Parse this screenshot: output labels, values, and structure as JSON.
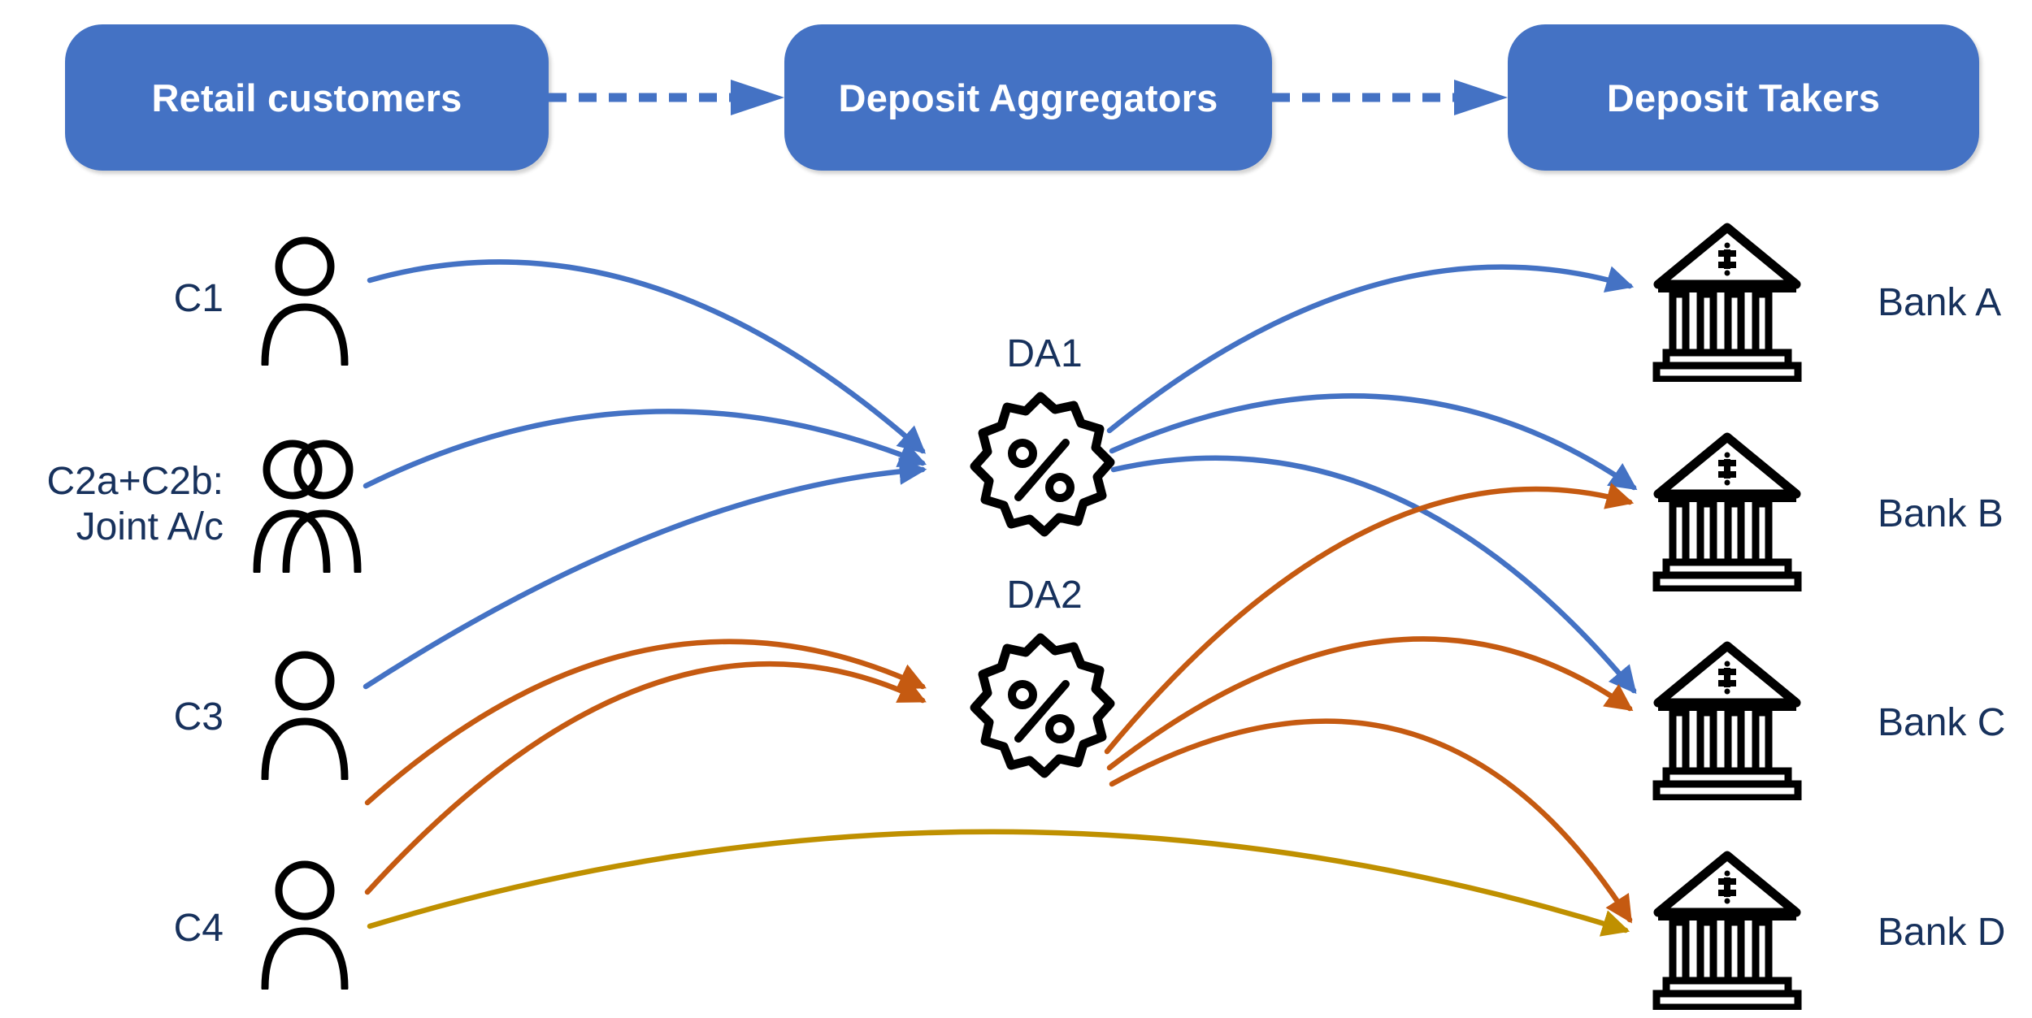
{
  "diagram": {
    "title": "Deposit aggregator intermediation flow",
    "type": "flow-diagram",
    "background": "#FFFFFF"
  },
  "colors": {
    "header_box_fill": "#4472C4",
    "header_box_text": "#FFFFFF",
    "label_text": "#17315C",
    "flow_blue": "#4472C4",
    "flow_orange": "#C55A11",
    "flow_gold": "#BF9000",
    "icon_stroke": "#000000"
  },
  "header": {
    "stages": [
      {
        "label": "Retail customers",
        "icon": "rounded-rectangle"
      },
      {
        "label": "Deposit Aggregators",
        "icon": "rounded-rectangle"
      },
      {
        "label": "Deposit Takers",
        "icon": "rounded-rectangle"
      }
    ],
    "connectors": [
      {
        "style": "dashed-arrow",
        "from": "Retail customers",
        "to": "Deposit Aggregators",
        "color": "#4472C4"
      },
      {
        "style": "dashed-arrow",
        "from": "Deposit Aggregators",
        "to": "Deposit Takers",
        "color": "#4472C4"
      }
    ]
  },
  "customers": [
    {
      "id": "C1",
      "label": "C1",
      "icon": "person-icon",
      "multi": false
    },
    {
      "id": "C2",
      "label": "C2a+C2b:\nJoint A/c",
      "icon": "two-persons-icon",
      "multi": true
    },
    {
      "id": "C3",
      "label": "C3",
      "icon": "person-icon",
      "multi": false
    },
    {
      "id": "C4",
      "label": "C4",
      "icon": "person-icon",
      "multi": false
    }
  ],
  "aggregators": [
    {
      "id": "DA1",
      "label": "DA1",
      "icon": "percent-badge-icon"
    },
    {
      "id": "DA2",
      "label": "DA2",
      "icon": "percent-badge-icon"
    }
  ],
  "banks": [
    {
      "id": "BankA",
      "label": "Bank A",
      "icon": "bank-icon"
    },
    {
      "id": "BankB",
      "label": "Bank B",
      "icon": "bank-icon"
    },
    {
      "id": "BankC",
      "label": "Bank C",
      "icon": "bank-icon"
    },
    {
      "id": "BankD",
      "label": "Bank D",
      "icon": "bank-icon"
    }
  ],
  "flows": [
    {
      "from": "C1",
      "to": "DA1",
      "color": "#4472C4",
      "arrow": true
    },
    {
      "from": "C2",
      "to": "DA1",
      "color": "#4472C4",
      "arrow": true
    },
    {
      "from": "C3",
      "to": "DA1",
      "color": "#4472C4",
      "arrow": true
    },
    {
      "from": "C3",
      "to": "DA2",
      "color": "#C55A11",
      "arrow": true
    },
    {
      "from": "C4",
      "to": "DA2",
      "color": "#C55A11",
      "arrow": true
    },
    {
      "from": "C4",
      "to": "BankD",
      "color": "#BF9000",
      "arrow": true
    },
    {
      "from": "DA1",
      "to": "BankA",
      "color": "#4472C4",
      "arrow": true
    },
    {
      "from": "DA1",
      "to": "BankB",
      "color": "#4472C4",
      "arrow": true
    },
    {
      "from": "DA1",
      "to": "BankC",
      "color": "#4472C4",
      "arrow": true
    },
    {
      "from": "DA2",
      "to": "BankB",
      "color": "#C55A11",
      "arrow": true
    },
    {
      "from": "DA2",
      "to": "BankC",
      "color": "#C55A11",
      "arrow": true
    },
    {
      "from": "DA2",
      "to": "BankD",
      "color": "#C55A11",
      "arrow": true
    }
  ]
}
